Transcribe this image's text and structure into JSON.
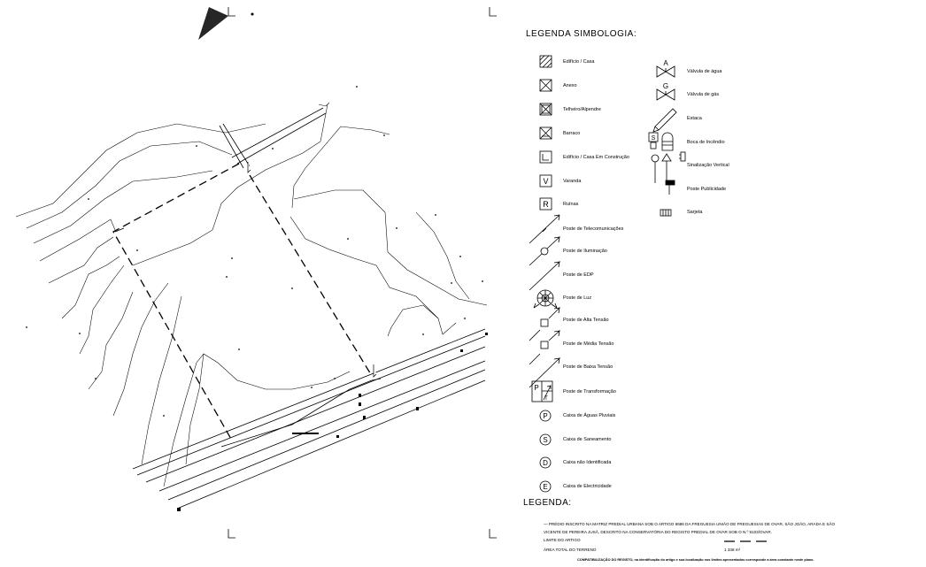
{
  "legend": {
    "title": "LEGENDA SIMBOLOGIA:",
    "left_items": [
      {
        "icon": "building-hatched-icon",
        "label": "Edifício / Casa"
      },
      {
        "icon": "annex-box-icon",
        "label": "Anexo"
      },
      {
        "icon": "shed-box-icon",
        "label": "Telheiro/Alpendre"
      },
      {
        "icon": "shack-box-icon",
        "label": "Barraco"
      },
      {
        "icon": "building-under-construction-icon",
        "label": "Edifício / Casa Em Construção"
      },
      {
        "icon": "veranda-v-box-icon",
        "label": "Varanda"
      },
      {
        "icon": "ruins-r-box-icon",
        "label": "Ruínas"
      },
      {
        "icon": "telecom-pole-icon",
        "label": "Poste de Telecomunicações"
      },
      {
        "icon": "lighting-pole-icon",
        "label": "Poste de Iluminação"
      },
      {
        "icon": "edp-pole-icon",
        "label": "Poste de EDP"
      },
      {
        "icon": "light-pole-icon",
        "label": "Poste de Luz"
      },
      {
        "icon": "high-voltage-pole-icon",
        "label": "Poste de Alta Tensão"
      },
      {
        "icon": "medium-voltage-pole-icon",
        "label": "Poste de Média Tensão"
      },
      {
        "icon": "low-voltage-pole-icon",
        "label": "Poste de Baixa Tensão"
      },
      {
        "icon": "transformer-pole-icon",
        "label": "Poste de Transformação"
      },
      {
        "icon": "rainwater-box-p-icon",
        "label": "Caixa de Águas Pluviais"
      },
      {
        "icon": "sanitation-box-s-icon",
        "label": "Caixa de Saneamento"
      },
      {
        "icon": "unidentified-box-d-icon",
        "label": "Caixa não Identificada"
      },
      {
        "icon": "electricity-box-e-icon",
        "label": "Caixa de Electricidade"
      }
    ],
    "right_items": [
      {
        "icon": "water-valve-icon",
        "label": "Válvula de água"
      },
      {
        "icon": "gas-valve-icon",
        "label": "Válvula de gás"
      },
      {
        "icon": "stake-icon",
        "label": "Estaca"
      },
      {
        "icon": "fire-hydrant-icon",
        "label": "Boca de Incêndio"
      },
      {
        "icon": "vertical-signage-icon",
        "label": "Sinalização Vertical"
      },
      {
        "icon": "advertising-post-icon",
        "label": "Poste Publicidade"
      },
      {
        "icon": "drain-grate-icon",
        "label": "Sarjeta"
      }
    ],
    "glyphs": {
      "water_valve": "A",
      "gas_valve": "G",
      "veranda": "V",
      "ruins": "R",
      "rain": "P",
      "sanitation": "S",
      "unidentified": "D",
      "electricity": "E",
      "hydrant_s": "S",
      "transformer_p": "P",
      "transformer_t": "T"
    }
  },
  "notes": {
    "title": "LEGENDA:",
    "description": "— PRÉDIO INSCRITO NA MATRIZ PREDIAL URBANA SOB O ARTIGO 8686 DA FREGUESIA UNIÃO DE FREGUESIAS DE OVAR, SÃO JOÃO, ARADA E SÃO VICENTE DE PEREIRA JUSÃ, DESCRITO NA CONSERVATÓRIA DO REGISTO PREDIAL DE OVAR SOB O N.º 8103/OVAR.",
    "limit_label": "LIMITE DO ARTIGO",
    "area_label": "ÁREA TOTAL DO TERRENO",
    "area_value": "1 338 m²",
    "footnote": "COMPATIBILIZAÇÃO DO REGISTO, na identificação do artigo e sua localização nos limites apresentados corresponde a área constante neste plano."
  }
}
